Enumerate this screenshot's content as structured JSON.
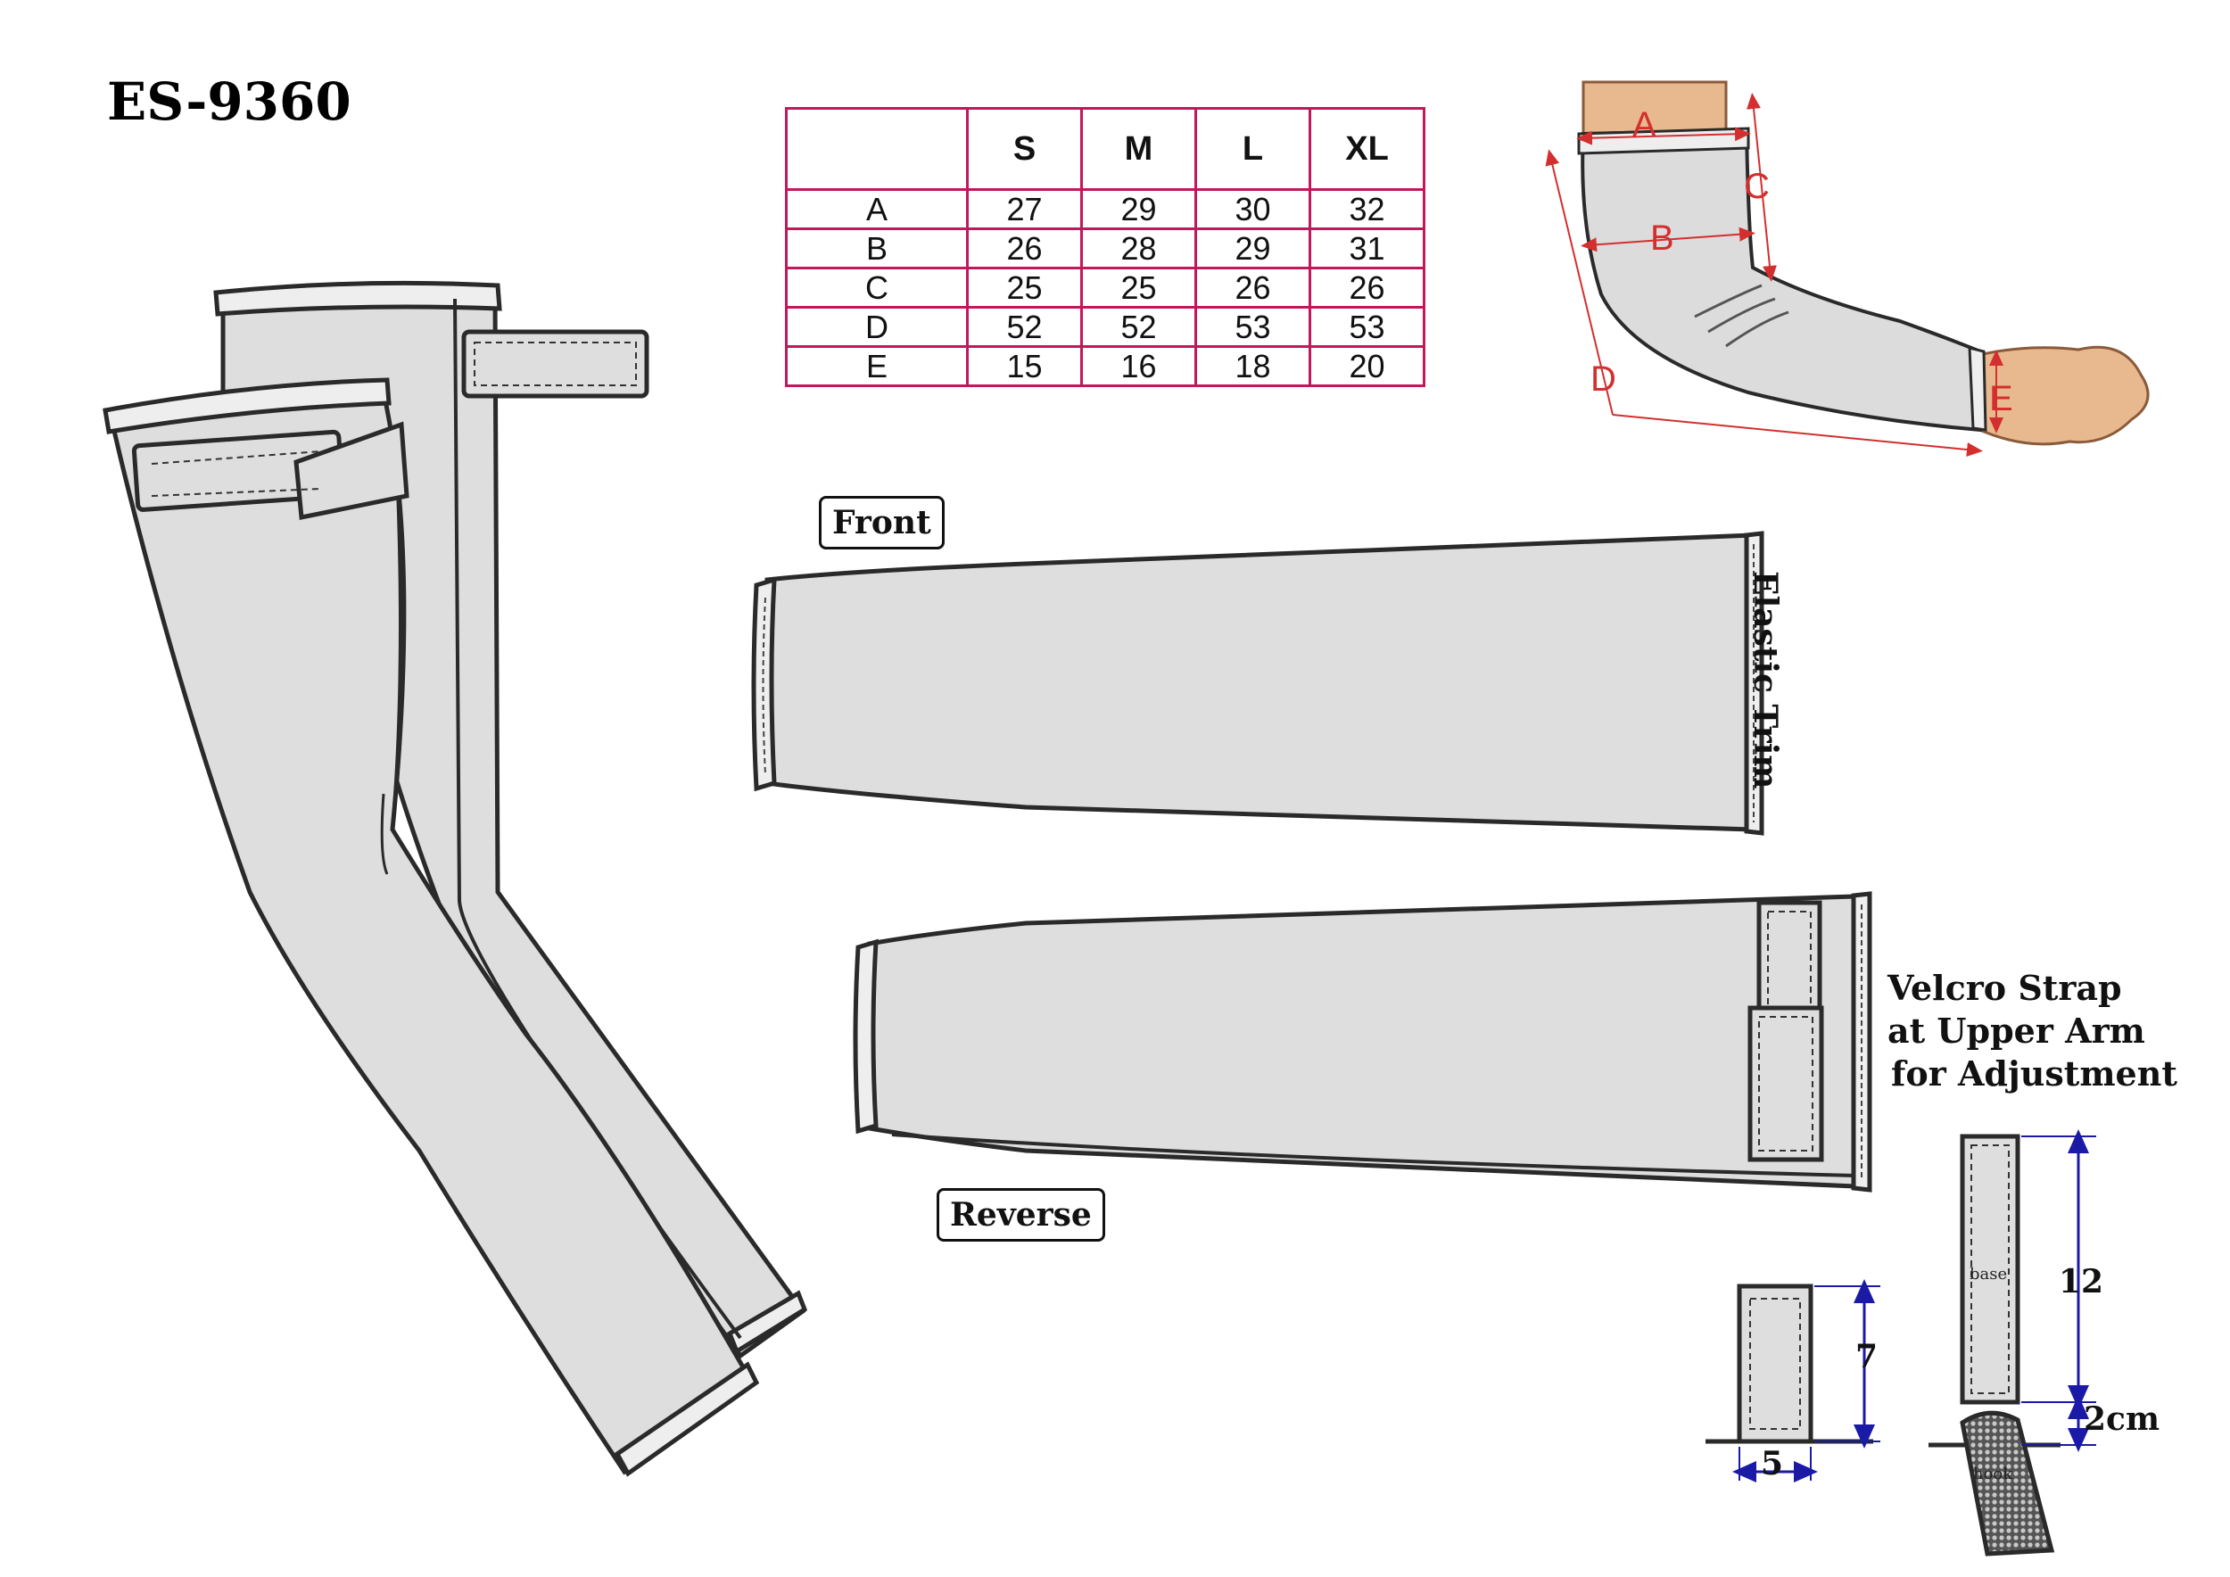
{
  "style_code": "ES-9360",
  "size_table": {
    "headers": [
      "",
      "S",
      "M",
      "L",
      "XL"
    ],
    "rows": [
      {
        "label": "A",
        "values": [
          "27",
          "29",
          "30",
          "32"
        ]
      },
      {
        "label": "B",
        "values": [
          "26",
          "28",
          "29",
          "31"
        ]
      },
      {
        "label": "C",
        "values": [
          "25",
          "25",
          "26",
          "26"
        ]
      },
      {
        "label": "D",
        "values": [
          "52",
          "52",
          "53",
          "53"
        ]
      },
      {
        "label": "E",
        "values": [
          "15",
          "16",
          "18",
          "20"
        ]
      }
    ],
    "border_color": "#c2185b"
  },
  "measure_diagram": {
    "points": [
      "A",
      "B",
      "C",
      "D",
      "E"
    ],
    "annotation_color": "#d32f2f"
  },
  "views": {
    "front_label": "Front",
    "reverse_label": "Reverse"
  },
  "callouts": {
    "elastic_trim": "Elastic Trim",
    "velcro_line1": "Velcro Strap",
    "velcro_line2": "at Upper Arm",
    "velcro_line3": "for Adjustment"
  },
  "strap_dims": {
    "short_height": "7",
    "short_width": "5",
    "long_height": "12",
    "hook_len": "2cm",
    "base_text": "base",
    "hook_text": "hook",
    "dim_color": "#1a1aa6"
  },
  "colors": {
    "fabric": "#dedede",
    "outline": "#2a2a2a",
    "skin": "#e8b98e"
  }
}
